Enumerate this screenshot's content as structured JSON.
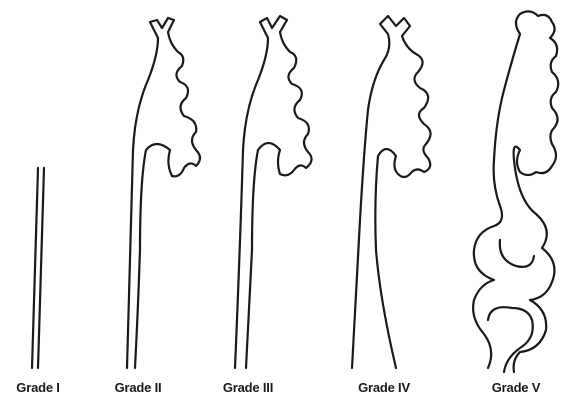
{
  "figure": {
    "grades": [
      {
        "label": "Grade I"
      },
      {
        "label": "Grade II"
      },
      {
        "label": "Grade III"
      },
      {
        "label": "Grade IV"
      },
      {
        "label": "Grade V"
      }
    ]
  }
}
